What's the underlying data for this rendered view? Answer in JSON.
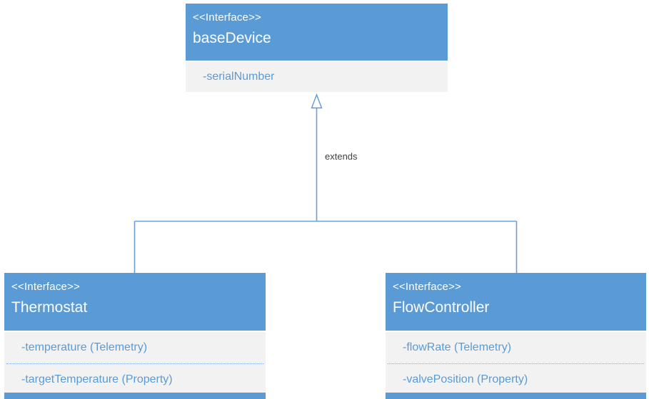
{
  "diagram": {
    "title": "interface-inheritance-diagram",
    "colors": {
      "header_fill": "#5B9BD5",
      "header_text": "#FFFFFF",
      "body_fill": "#F2F2F2",
      "member_text": "#5B9BD5",
      "connector_stroke": "#5B9BD5",
      "extends_label_text": "#404040",
      "background": "#FFFFFF"
    },
    "nodes": [
      {
        "id": "baseDevice",
        "stereotype": "<<Interface>>",
        "name": "baseDevice",
        "members": [
          "-serialNumber"
        ]
      },
      {
        "id": "Thermostat",
        "stereotype": "<<Interface>>",
        "name": "Thermostat",
        "members": [
          "-temperature (Telemetry)",
          "-targetTemperature (Property)"
        ]
      },
      {
        "id": "FlowController",
        "stereotype": "<<Interface>>",
        "name": "FlowController",
        "members": [
          "-flowRate (Telemetry)",
          "-valvePosition (Property)"
        ]
      }
    ],
    "connector": {
      "extends_label": "extends",
      "relationship": "inheritance",
      "children": [
        "Thermostat",
        "FlowController"
      ],
      "parent": "baseDevice"
    }
  }
}
